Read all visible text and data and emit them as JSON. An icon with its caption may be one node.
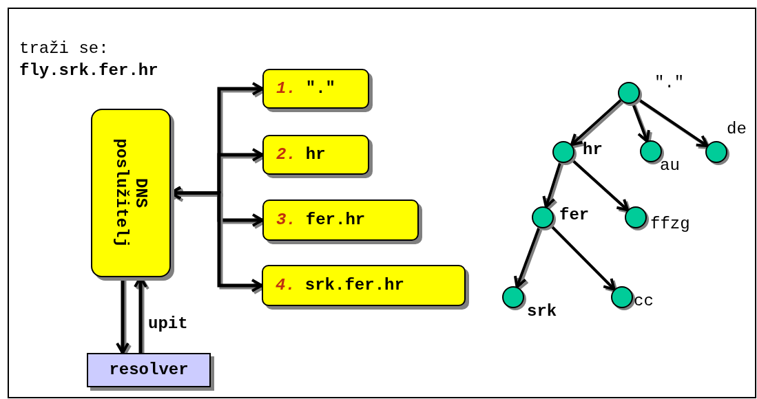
{
  "diagram": {
    "nodes": [
      {
        "text": [
          "DNS poslužitelj"
        ]
      },
      {
        "text": [
          "1.",
          "\".\""
        ]
      },
      {
        "text": [
          "2.",
          "hr"
        ]
      },
      {
        "text": [
          "3.",
          "fer.hr"
        ]
      },
      {
        "text": [
          "4.",
          "srk.fer.hr"
        ]
      },
      {
        "text": [
          "resolver"
        ]
      },
      {
        "text": [],
        "shape": "circle",
        "beside": [
          "\".\""
        ]
      },
      {
        "text": [],
        "shape": "circle",
        "beside": [
          "hr"
        ]
      },
      {
        "text": [],
        "shape": "circle",
        "beside": [
          "au"
        ]
      },
      {
        "text": [],
        "shape": "circle",
        "beside": [
          "de"
        ]
      },
      {
        "text": [],
        "shape": "circle",
        "beside": [
          "fer"
        ]
      },
      {
        "text": [],
        "shape": "circle",
        "beside": [
          "ffzg"
        ]
      },
      {
        "text": [],
        "shape": "circle",
        "beside": [
          "srk"
        ]
      },
      {
        "text": [],
        "shape": "circle",
        "beside": [
          "cc"
        ]
      }
    ],
    "edges": [
      {
        "from": 0,
        "to": 5,
        "arrow": "to"
      },
      {
        "from": 5,
        "to": 0,
        "arrow": "to",
        "label": "upit"
      },
      {
        "from": 0,
        "to": 1,
        "arrow": "both"
      },
      {
        "from": 0,
        "to": 2,
        "arrow": "both"
      },
      {
        "from": 0,
        "to": 3,
        "arrow": "both"
      },
      {
        "from": 0,
        "to": 4,
        "arrow": "both"
      },
      {
        "from": 6,
        "to": 7,
        "arrow": "to"
      },
      {
        "from": 6,
        "to": 8,
        "arrow": "to"
      },
      {
        "from": 6,
        "to": 9,
        "arrow": "to"
      },
      {
        "from": 7,
        "to": 10,
        "arrow": "to"
      },
      {
        "from": 7,
        "to": 11,
        "arrow": "to"
      },
      {
        "from": 10,
        "to": 12,
        "arrow": "to"
      },
      {
        "from": 10,
        "to": 13,
        "arrow": "to"
      }
    ],
    "labels": [
      "traži se:",
      "fly.srk.fer.hr"
    ]
  }
}
